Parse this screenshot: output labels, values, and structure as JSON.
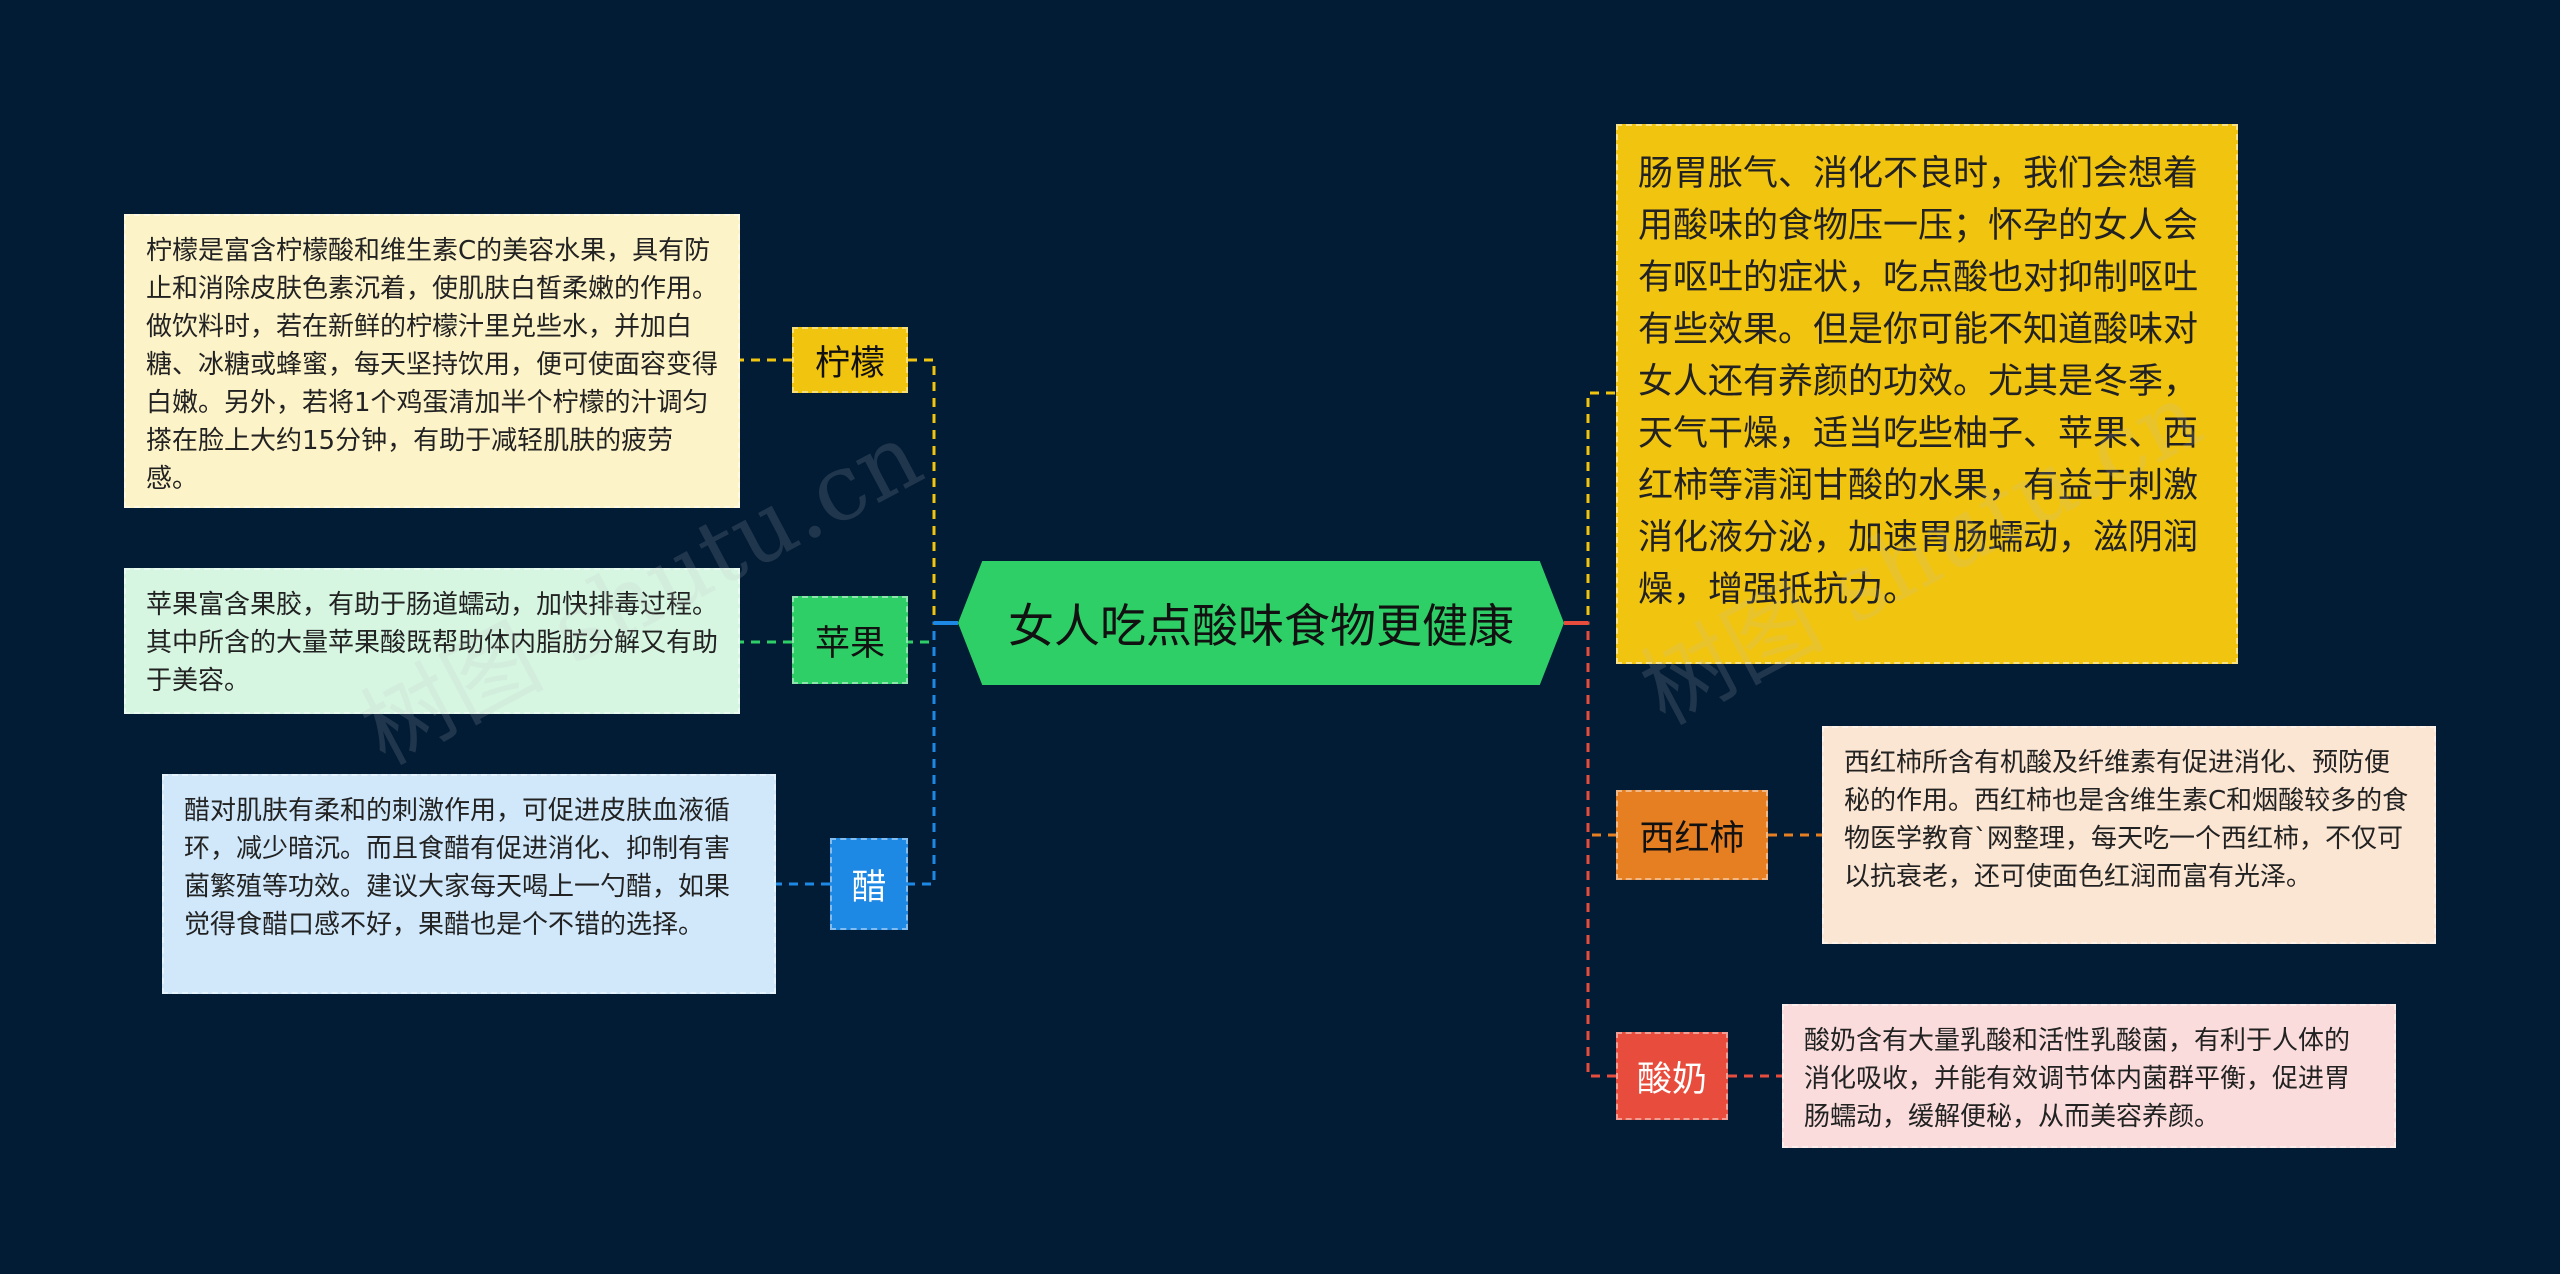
{
  "center": {
    "title": "女人吃点酸味食物更健康"
  },
  "branches": {
    "lemon": {
      "label": "柠檬",
      "text": "柠檬是富含柠檬酸和维生素C的美容水果，具有防止和消除皮肤色素沉着，使肌肤白皙柔嫩的作用。做饮料时，若在新鲜的柠檬汁里兑些水，并加白糖、冰糖或蜂蜜，每天坚持饮用，便可使面容变得白嫩。另外，若将1个鸡蛋清加半个柠檬的汁调匀搽在脸上大约15分钟，有助于减轻肌肤的疲劳感。",
      "color": "#f1c40f"
    },
    "apple": {
      "label": "苹果",
      "text": "苹果富含果胶，有助于肠道蠕动，加快排毒过程。其中所含的大量苹果酸既帮助体内脂肪分解又有助于美容。",
      "color": "#2fcf68"
    },
    "vinegar": {
      "label": "醋",
      "text": "醋对肌肤有柔和的刺激作用，可促进皮肤血液循环，减少暗沉。而且食醋有促进消化、抑制有害菌繁殖等功效。建议大家每天喝上一勺醋，如果觉得食醋口感不好，果醋也是个不错的选择。",
      "color": "#1e88e5"
    },
    "intro": {
      "text": "肠胃胀气、消化不良时，我们会想着用酸味的食物压一压；怀孕的女人会有呕吐的症状，吃点酸也对抑制呕吐有些效果。但是你可能不知道酸味对女人还有养颜的功效。尤其是冬季，天气干燥，适当吃些柚子、苹果、西红柿等清润甘酸的水果，有益于刺激消化液分泌，加速胃肠蠕动，滋阴润燥，增强抵抗力。",
      "color": "#f1c40f"
    },
    "tomato": {
      "label": "西红柿",
      "text": "西红柿所含有机酸及纤维素有促进消化、预防便秘的作用。西红柿也是含维生素C和烟酸较多的食物医学教育`网整理，每天吃一个西红柿，不仅可以抗衰老，还可使面色红润而富有光泽。",
      "color": "#e67e22"
    },
    "yogurt": {
      "label": "酸奶",
      "text": "酸奶含有大量乳酸和活性乳酸菌，有利于人体的消化吸收，并能有效调节体内菌群平衡，促进胃肠蠕动，缓解便秘，从而美容养颜。",
      "color": "#e74c3c"
    }
  },
  "watermarks": [
    "树图 shutu.cn",
    "树图 shutu.cn"
  ]
}
